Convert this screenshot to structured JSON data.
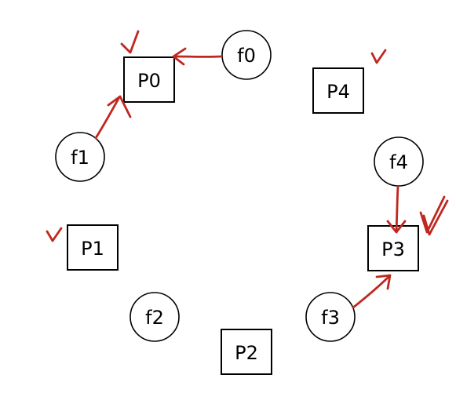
{
  "colors": {
    "ink": "#c0271f",
    "stroke": "#000000",
    "background": "#ffffff"
  },
  "processes": [
    {
      "id": "p0",
      "label": "P0",
      "checked": true
    },
    {
      "id": "p1",
      "label": "P1",
      "checked": true
    },
    {
      "id": "p2",
      "label": "P2",
      "checked": false
    },
    {
      "id": "p3",
      "label": "P3",
      "checked": true
    },
    {
      "id": "p4",
      "label": "P4",
      "checked": true
    }
  ],
  "forks": [
    {
      "id": "f0",
      "label": "f0"
    },
    {
      "id": "f1",
      "label": "f1"
    },
    {
      "id": "f2",
      "label": "f2"
    },
    {
      "id": "f3",
      "label": "f3"
    },
    {
      "id": "f4",
      "label": "f4"
    }
  ],
  "assignments": [
    {
      "from": "f0",
      "to": "P0"
    },
    {
      "from": "f1",
      "to": "P0"
    },
    {
      "from": "f4",
      "to": "P3"
    },
    {
      "from": "f3",
      "to": "P3"
    }
  ]
}
